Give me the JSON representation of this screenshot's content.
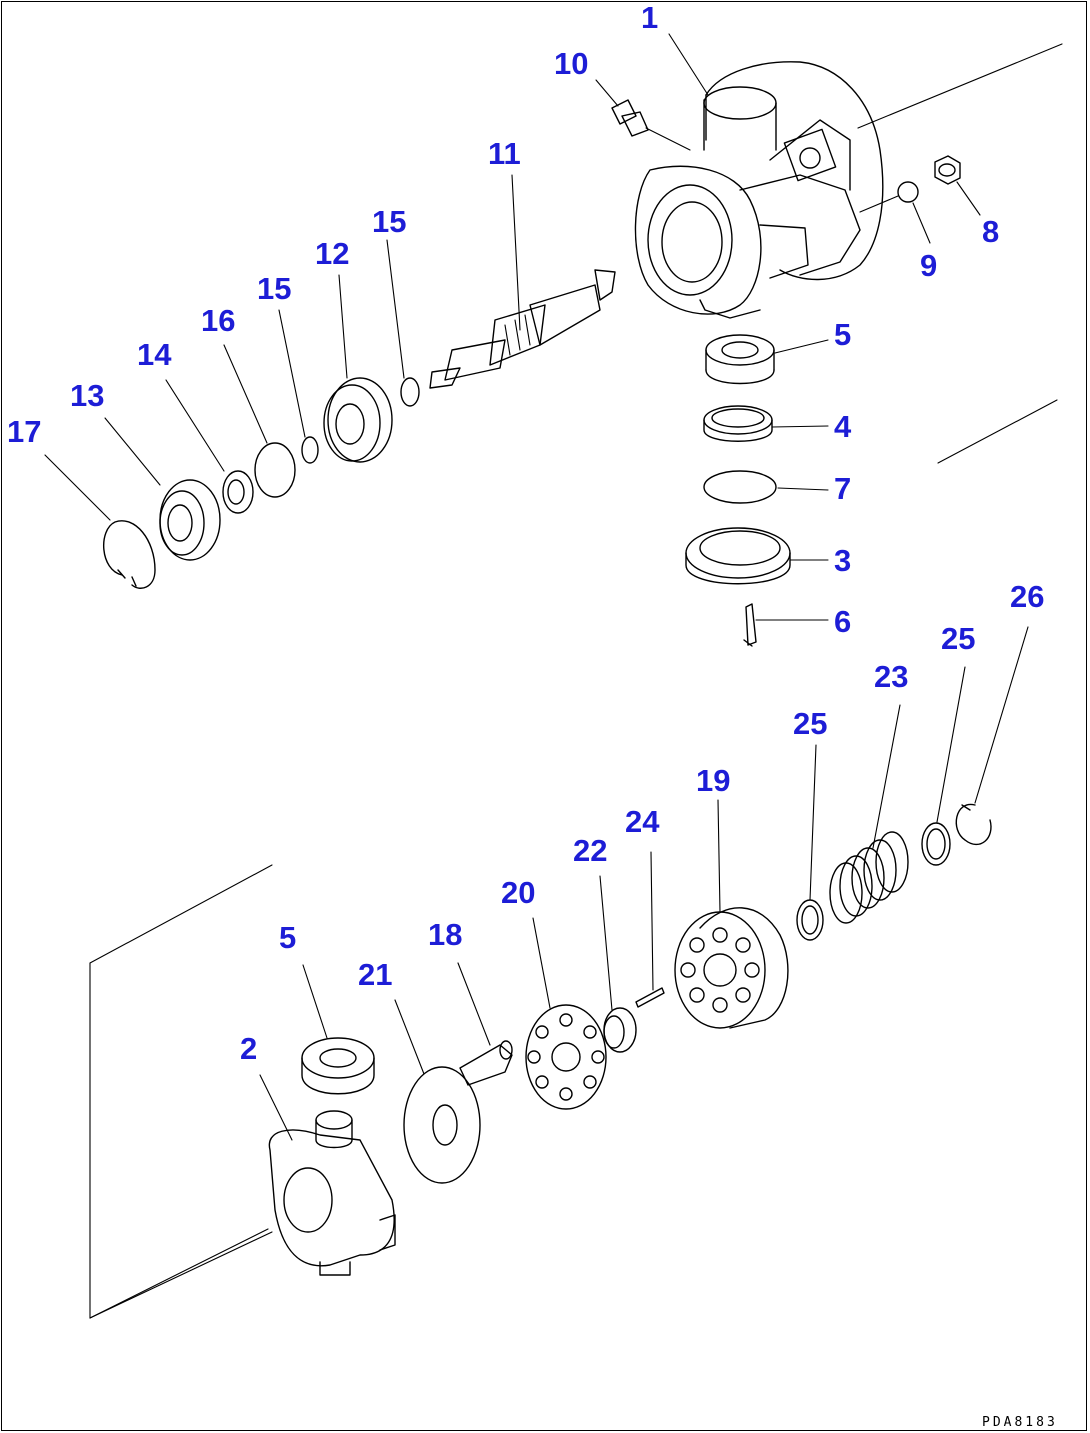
{
  "labels": {
    "p1": "1",
    "p2": "2",
    "p3": "3",
    "p4": "4",
    "p5a": "5",
    "p5b": "5",
    "p6": "6",
    "p7": "7",
    "p8": "8",
    "p9": "9",
    "p10": "10",
    "p11": "11",
    "p12": "12",
    "p13": "13",
    "p14": "14",
    "p15a": "15",
    "p15b": "15",
    "p16": "16",
    "p17": "17",
    "p18": "18",
    "p19": "19",
    "p20": "20",
    "p21": "21",
    "p22": "22",
    "p23": "23",
    "p24": "24",
    "p25a": "25",
    "p25b": "25",
    "p26": "26"
  },
  "drawing_code": "PDA8183",
  "colors": {
    "label": "#1d1dd6",
    "line": "#000000",
    "background": "#ffffff"
  }
}
